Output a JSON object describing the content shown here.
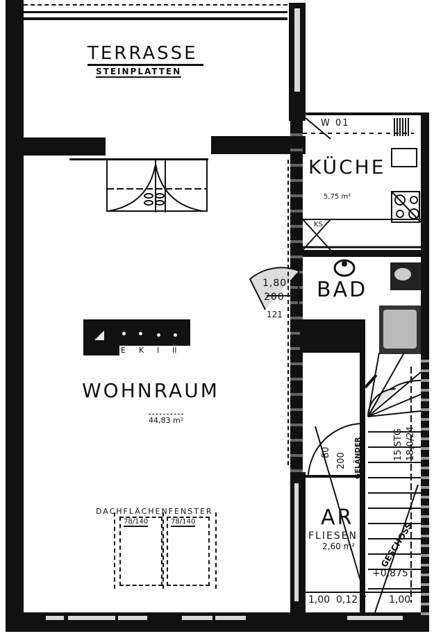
{
  "plan": {
    "rooms": {
      "terrasse": {
        "name": "TERRASSE",
        "subtitle": "STEINPLATTEN"
      },
      "kueche": {
        "name": "KÜCHE",
        "area": "5,75 m²",
        "tag": "W 01",
        "ks": "KS"
      },
      "bad": {
        "name": "BAD",
        "dim_top": "1,80",
        "dim_bottom": "200",
        "dim_side": "121"
      },
      "wohnraum": {
        "name": "WOHNRAUM",
        "area": "44,83 m²"
      },
      "ar": {
        "name": "AR",
        "subtitle": "FLIESEN",
        "area": "2,60 m²",
        "door_w": "80",
        "door_h": "200"
      }
    },
    "chimney": {
      "labels": [
        "E",
        "K",
        "I",
        "II"
      ]
    },
    "skylights": {
      "title": "DACHFLÄCHENFENSTER",
      "windows": [
        {
          "size": "78/140"
        },
        {
          "size": "78/140"
        }
      ]
    },
    "stairs": {
      "rail_label": "GELÄNDER",
      "steps_label": "15 STG",
      "steps_ratio": "18,0/24",
      "direction_label": "GESCHOSS",
      "level": "+0,875"
    },
    "dimensions": {
      "bottom": [
        "1,00",
        "0,12",
        "1,00"
      ]
    }
  }
}
